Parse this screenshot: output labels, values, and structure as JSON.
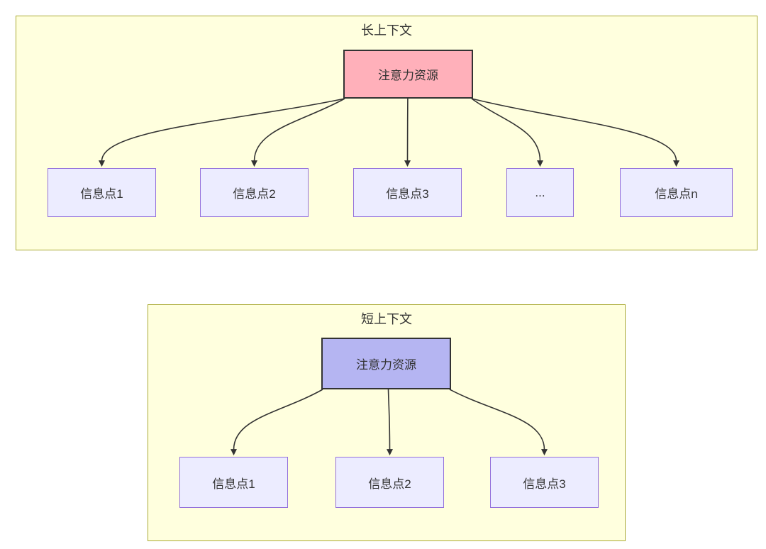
{
  "colors": {
    "page_background": "#ffffff",
    "cluster_fill": "#ffffde",
    "cluster_border": "#aaaa33",
    "info_node_fill": "#ececff",
    "info_node_border": "#9370db",
    "source_node_border": "#333333",
    "edge": "#333333",
    "text": "#333333"
  },
  "clusters": {
    "long": {
      "title": "长上下文",
      "source": {
        "label": "注意力资源",
        "fill": "#ffb0ba"
      },
      "targets": [
        {
          "label": "信息点1"
        },
        {
          "label": "信息点2"
        },
        {
          "label": "信息点3"
        },
        {
          "label": "..."
        },
        {
          "label": "信息点n"
        }
      ]
    },
    "short": {
      "title": "短上下文",
      "source": {
        "label": "注意力资源",
        "fill": "#b5b5f2"
      },
      "targets": [
        {
          "label": "信息点1"
        },
        {
          "label": "信息点2"
        },
        {
          "label": "信息点3"
        }
      ]
    }
  }
}
